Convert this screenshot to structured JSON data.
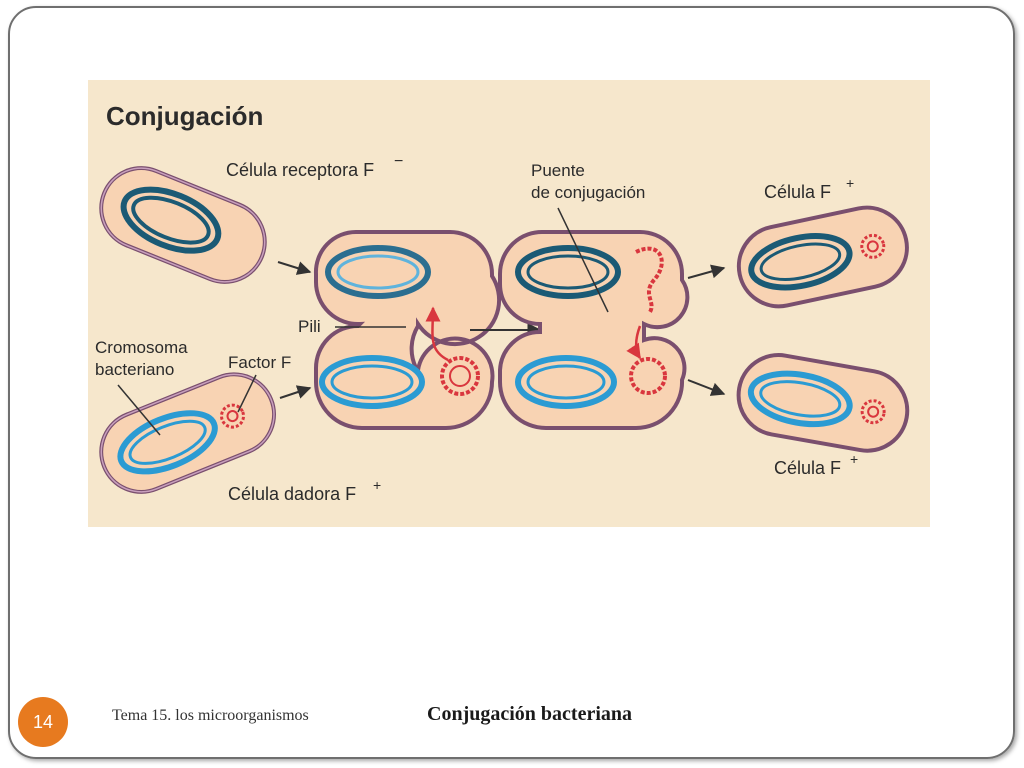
{
  "slide": {
    "number": "14",
    "subtitle": "Tema 15. los microorganismos",
    "caption": "Conjugación bacteriana"
  },
  "figure": {
    "title": "Conjugación",
    "labels": {
      "receptora": "Célula receptora F",
      "receptora_sign": "−",
      "puente_1": "Puente",
      "puente_2": "de conjugación",
      "celula_top": "Célula F",
      "celula_top_sign": "+",
      "pili": "Pili",
      "cromosoma_1": "Cromosoma",
      "cromosoma_2": "bacteriano",
      "factor": "Factor F",
      "dadora": "Célula dadora F",
      "dadora_sign": "+",
      "celula_bottom": "Célula F",
      "celula_bottom_sign": "+"
    },
    "colors": {
      "background": "#f6e7cc",
      "cell_fill": "#f8d3b3",
      "membrane": "#7a4f6e",
      "chromosome_dark": "#1b5a75",
      "chromosome_light": "#2b9bd3",
      "plasmid": "#d9363e",
      "arrow": "#333333"
    }
  }
}
